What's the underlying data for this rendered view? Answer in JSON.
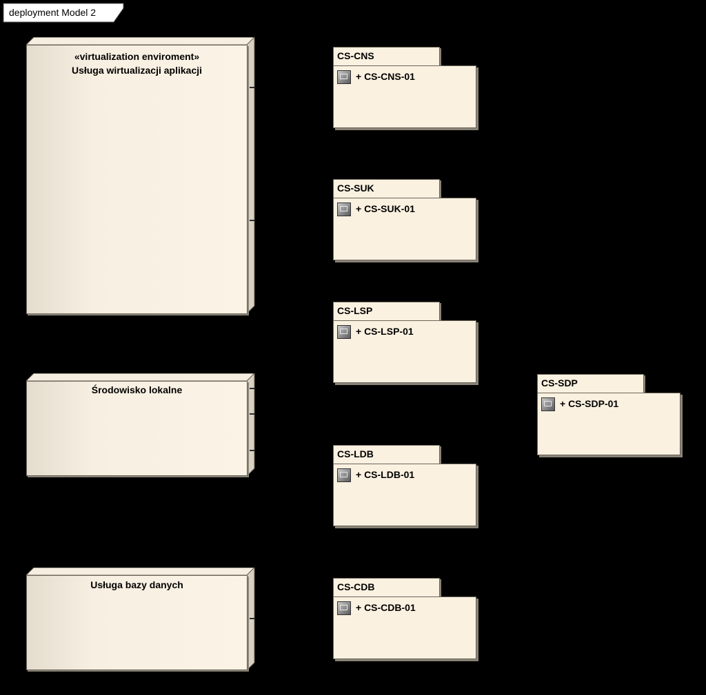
{
  "diagram": {
    "frame_title": "deployment Model 2"
  },
  "nodes": [
    {
      "id": "node-virtualization",
      "stereotype": "«virtualization enviroment»",
      "title": "Usługa wirtualizacji aplikacji"
    },
    {
      "id": "node-local",
      "stereotype": "",
      "title": "Środowisko lokalne"
    },
    {
      "id": "node-db",
      "stereotype": "",
      "title": "Usługa bazy danych"
    }
  ],
  "packages": [
    {
      "name": "CS-CNS",
      "item": "+ CS-CNS-01"
    },
    {
      "name": "CS-SUK",
      "item": "+ CS-SUK-01"
    },
    {
      "name": "CS-LSP",
      "item": "+ CS-LSP-01"
    },
    {
      "name": "CS-LDB",
      "item": "+ CS-LDB-01"
    },
    {
      "name": "CS-CDB",
      "item": "+ CS-CDB-01"
    },
    {
      "name": "CS-SDP",
      "item": "+ CS-SDP-01"
    }
  ],
  "colors": {
    "background": "#000000",
    "node_fill": "#fbf3e5",
    "package_fill": "#fbf1e1",
    "outline": "#6b6458"
  },
  "icons": {
    "artifact": "artifact-icon"
  }
}
